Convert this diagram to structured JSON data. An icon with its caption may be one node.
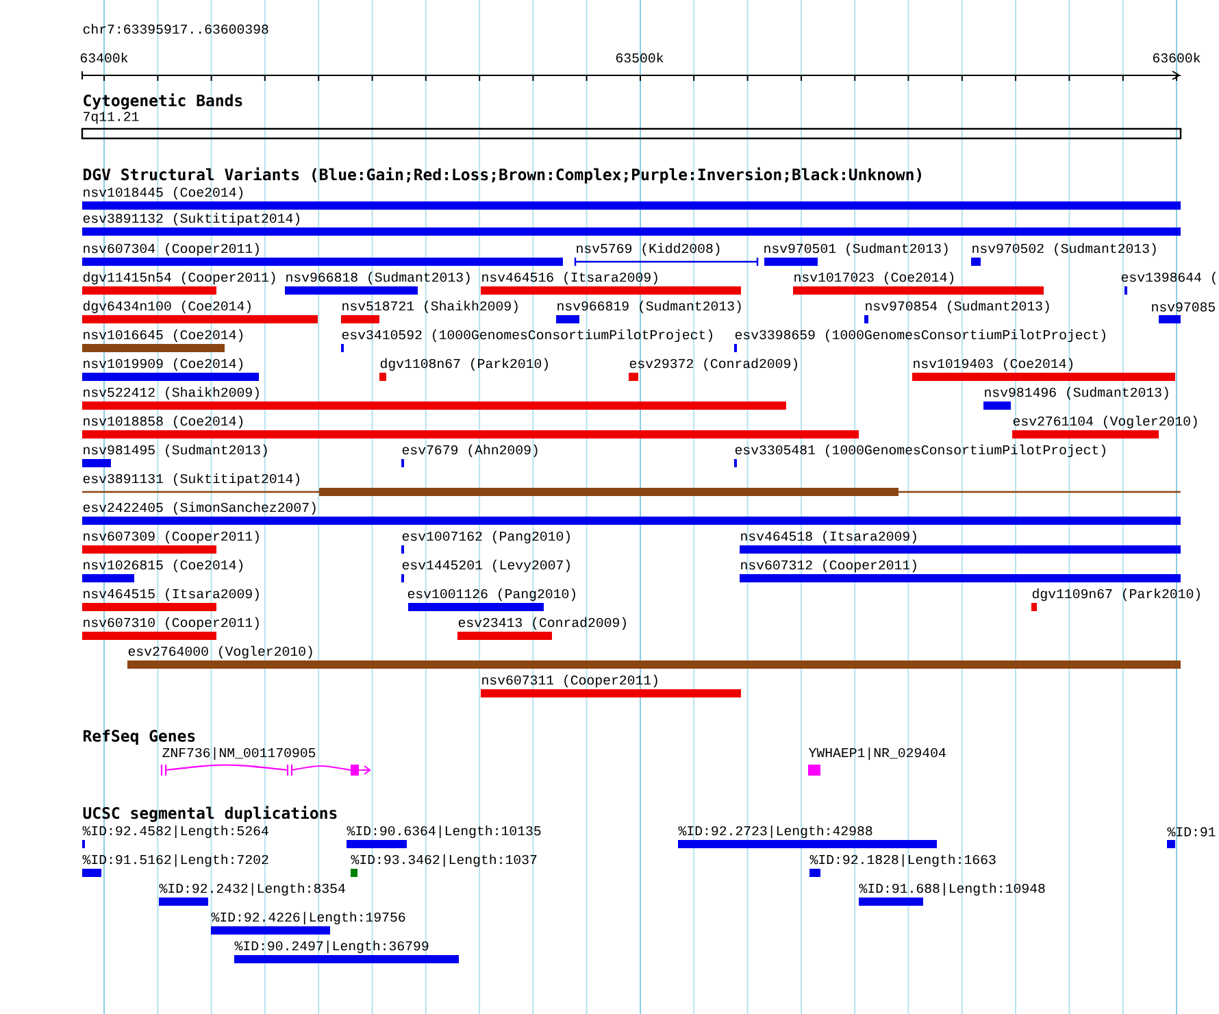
{
  "diagram": {
    "labels": [
      "chr7:63395917..63600398",
      "63400k",
      "63500k",
      "63600k",
      "Cytogenetic Bands",
      "7q11.21",
      "DGV Structural Variants (Blue:Gain;Red:Loss;Brown:Complex;Purple:Inversion;Black:Unknown)",
      "nsv1018445 (Coe2014)",
      "esv3891132 (Suktitipat2014)",
      "nsv607304 (Cooper2011)",
      "nsv5769 (Kidd2008)",
      "nsv970501 (Sudmant2013)",
      "nsv970502 (Sudmant2013)",
      "dgv11415n54 (Cooper2011)",
      "nsv966818 (Sudmant2013)",
      "nsv464516 (Itsara2009)",
      "nsv1017023 (Coe2014)",
      "esv1398644 (",
      "dgv6434n100 (Coe2014)",
      "nsv518721 (Shaikh2009)",
      "nsv966819 (Sudmant2013)",
      "nsv970854 (Sudmant2013)",
      "nsv97085",
      "nsv1016645 (Coe2014)",
      "esv3410592 (1000GenomesConsortiumPilotProject)",
      "esv3398659 (1000GenomesConsortiumPilotProject)",
      "nsv1019909 (Coe2014)",
      "dgv1108n67 (Park2010)",
      "esv29372 (Conrad2009)",
      "nsv1019403 (Coe2014)",
      "nsv522412 (Shaikh2009)",
      "nsv981496 (Sudmant2013)",
      "nsv1018858 (Coe2014)",
      "esv2761104 (Vogler2010)",
      "nsv981495 (Sudmant2013)",
      "esv7679 (Ahn2009)",
      "esv3305481 (1000GenomesConsortiumPilotProject)",
      "esv3891131 (Suktitipat2014)",
      "esv2422405 (SimonSanchez2007)",
      "nsv607309 (Cooper2011)",
      "esv1007162 (Pang2010)",
      "nsv464518 (Itsara2009)",
      "nsv1026815 (Coe2014)",
      "esv1445201 (Levy2007)",
      "nsv607312 (Cooper2011)",
      "nsv464515 (Itsara2009)",
      "esv1001126 (Pang2010)",
      "dgv1109n67 (Park2010)",
      "nsv607310 (Cooper2011)",
      "esv23413 (Conrad2009)",
      "esv2764000 (Vogler2010)",
      "nsv607311 (Cooper2011)",
      "RefSeq Genes",
      "ZNF736|NM_001170905",
      "YWHAEP1|NR_029404",
      "UCSC segmental duplications",
      "%ID:92.4582|Length:5264",
      "%ID:90.6364|Length:10135",
      "%ID:92.2723|Length:42988",
      "%ID:91",
      "%ID:91.5162|Length:7202",
      "%ID:93.3462|Length:1037",
      "%ID:92.1828|Length:1663",
      "%ID:92.2432|Length:8354",
      "%ID:91.688|Length:10948",
      "%ID:92.4226|Length:19756",
      "%ID:90.2497|Length:36799"
    ]
  }
}
